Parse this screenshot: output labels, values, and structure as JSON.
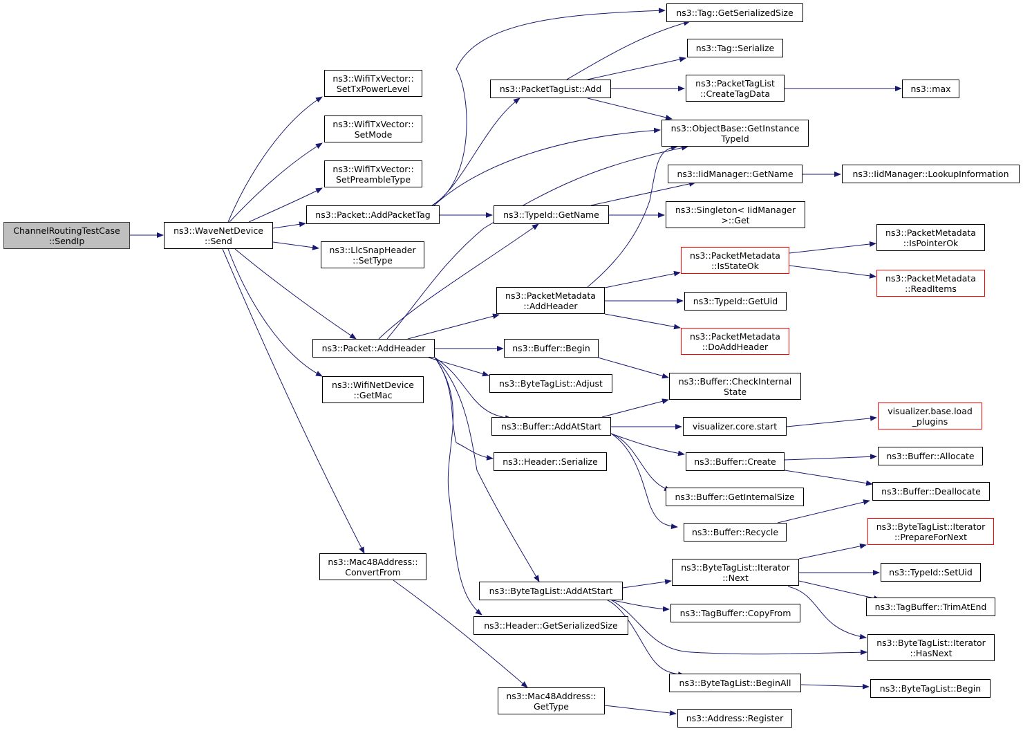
{
  "colors": {
    "edge": "#191970",
    "border": "#000000",
    "truncated_border": "#ff0000",
    "root_fill": "#bfbfbf",
    "node_fill": "#ffffff"
  },
  "nodes": {
    "n0": {
      "lines": [
        "ChannelRoutingTestCase",
        "::SendIp"
      ]
    },
    "n1": {
      "lines": [
        "ns3::WaveNetDevice",
        "::Send"
      ]
    },
    "n2": {
      "lines": [
        "ns3::WifiTxVector::",
        "SetTxPowerLevel"
      ]
    },
    "n3": {
      "lines": [
        "ns3::WifiTxVector::",
        "SetMode"
      ]
    },
    "n4": {
      "lines": [
        "ns3::WifiTxVector::",
        "SetPreambleType"
      ]
    },
    "n5": {
      "lines": [
        "ns3::Packet::AddPacketTag"
      ]
    },
    "n6": {
      "lines": [
        "ns3::LlcSnapHeader",
        "::SetType"
      ]
    },
    "n7": {
      "lines": [
        "ns3::Packet::AddHeader"
      ]
    },
    "n8": {
      "lines": [
        "ns3::WifiNetDevice",
        "::GetMac"
      ]
    },
    "n9": {
      "lines": [
        "ns3::Mac48Address::",
        "ConvertFrom"
      ]
    },
    "n10": {
      "lines": [
        "ns3::PacketTagList::Add"
      ]
    },
    "n11": {
      "lines": [
        "ns3::TypeId::GetName"
      ]
    },
    "n12": {
      "lines": [
        "ns3::PacketMetadata",
        "::AddHeader"
      ]
    },
    "n13": {
      "lines": [
        "ns3::Buffer::Begin"
      ]
    },
    "n14": {
      "lines": [
        "ns3::ByteTagList::Adjust"
      ]
    },
    "n15": {
      "lines": [
        "ns3::Buffer::AddAtStart"
      ]
    },
    "n16": {
      "lines": [
        "ns3::Header::Serialize"
      ]
    },
    "n17": {
      "lines": [
        "ns3::ByteTagList::AddAtStart"
      ]
    },
    "n18": {
      "lines": [
        "ns3::Header::GetSerializedSize"
      ]
    },
    "n19": {
      "lines": [
        "ns3::Mac48Address::",
        "GetType"
      ]
    },
    "n20": {
      "lines": [
        "ns3::Tag::GetSerializedSize"
      ]
    },
    "n21": {
      "lines": [
        "ns3::Tag::Serialize"
      ]
    },
    "n22": {
      "lines": [
        "ns3::PacketTagList",
        "::CreateTagData"
      ]
    },
    "n23": {
      "lines": [
        "ns3::ObjectBase::GetInstance",
        "TypeId"
      ]
    },
    "n24": {
      "lines": [
        "ns3::IidManager::GetName"
      ]
    },
    "n25": {
      "lines": [
        "ns3::Singleton< IidManager",
        ">::Get"
      ]
    },
    "n26": {
      "lines": [
        "ns3::PacketMetadata",
        "::IsStateOk"
      ]
    },
    "n27": {
      "lines": [
        "ns3::TypeId::GetUid"
      ]
    },
    "n28": {
      "lines": [
        "ns3::PacketMetadata",
        "::DoAddHeader"
      ]
    },
    "n29": {
      "lines": [
        "ns3::Buffer::CheckInternal",
        "State"
      ]
    },
    "n30": {
      "lines": [
        "visualizer.core.start"
      ]
    },
    "n31": {
      "lines": [
        "ns3::Buffer::Create"
      ]
    },
    "n32": {
      "lines": [
        "ns3::Buffer::GetInternalSize"
      ]
    },
    "n33": {
      "lines": [
        "ns3::Buffer::Recycle"
      ]
    },
    "n34": {
      "lines": [
        "ns3::ByteTagList::Iterator",
        "::Next"
      ]
    },
    "n35": {
      "lines": [
        "ns3::TagBuffer::CopyFrom"
      ]
    },
    "n36": {
      "lines": [
        "ns3::ByteTagList::BeginAll"
      ]
    },
    "n37": {
      "lines": [
        "ns3::Address::Register"
      ]
    },
    "n38": {
      "lines": [
        "ns3::max"
      ]
    },
    "n39": {
      "lines": [
        "ns3::IidManager::LookupInformation"
      ]
    },
    "n40": {
      "lines": [
        "ns3::PacketMetadata",
        "::IsPointerOk"
      ]
    },
    "n41": {
      "lines": [
        "ns3::PacketMetadata",
        "::ReadItems"
      ]
    },
    "n42": {
      "lines": [
        "visualizer.base.load",
        "_plugins"
      ]
    },
    "n43": {
      "lines": [
        "ns3::Buffer::Allocate"
      ]
    },
    "n44": {
      "lines": [
        "ns3::Buffer::Deallocate"
      ]
    },
    "n45": {
      "lines": [
        "ns3::ByteTagList::Iterator",
        "::PrepareForNext"
      ]
    },
    "n46": {
      "lines": [
        "ns3::TypeId::SetUid"
      ]
    },
    "n47": {
      "lines": [
        "ns3::TagBuffer::TrimAtEnd"
      ]
    },
    "n48": {
      "lines": [
        "ns3::ByteTagList::Iterator",
        "::HasNext"
      ]
    },
    "n49": {
      "lines": [
        "ns3::ByteTagList::Begin"
      ]
    }
  }
}
